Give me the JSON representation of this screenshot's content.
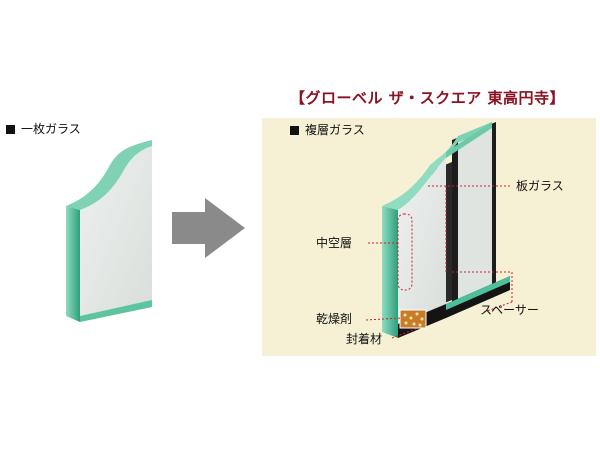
{
  "brand_title": "【グローベル ザ・スクエア 東高円寺】",
  "single_glass": {
    "label": "一枚ガラス"
  },
  "double_glass": {
    "label": "複層ガラス",
    "parts": {
      "plate_glass": "板ガラス",
      "hollow_layer": "中空層",
      "spacer": "スペーサー",
      "desiccant": "乾燥剤",
      "sealant": "封着材"
    }
  },
  "colors": {
    "panel_bg": "#f6f1d4",
    "glass_edge": "#4dbf9a",
    "glass_face": "#e6eae8",
    "arrow": "#8a8a8a",
    "title": "#8a1222",
    "leader": "#d21f2f"
  }
}
